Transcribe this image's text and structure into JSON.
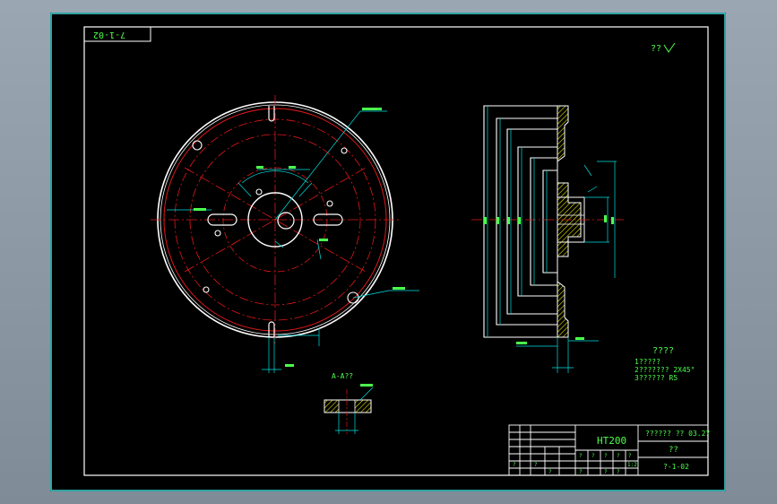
{
  "sheet": {
    "drawing_number_mirrored": "7-1-02",
    "roughness_note": "??",
    "section_label": "A-A??"
  },
  "tech_notes": {
    "title": "????",
    "lines": [
      "1?????",
      "2??????? 2X45°",
      "3?????? R5"
    ]
  },
  "title_block": {
    "material": "HT200",
    "scale_label": "?????? ?? 03.27",
    "name": "??",
    "drawing_number": "?-1-02",
    "small_cells": [
      "?",
      "?",
      "?",
      "?",
      "?",
      "?",
      "?",
      "?",
      "1:2",
      "?",
      "?",
      "?"
    ]
  },
  "colors": {
    "frame": "#3fd9d9",
    "outline": "#ffffff",
    "center_line": "#e01818",
    "dimension": "#00e0e0",
    "text": "#4cff4c",
    "hatch": "#e6e600",
    "sheet_bg": "#000000",
    "window_bg": "#8e9aa6"
  }
}
